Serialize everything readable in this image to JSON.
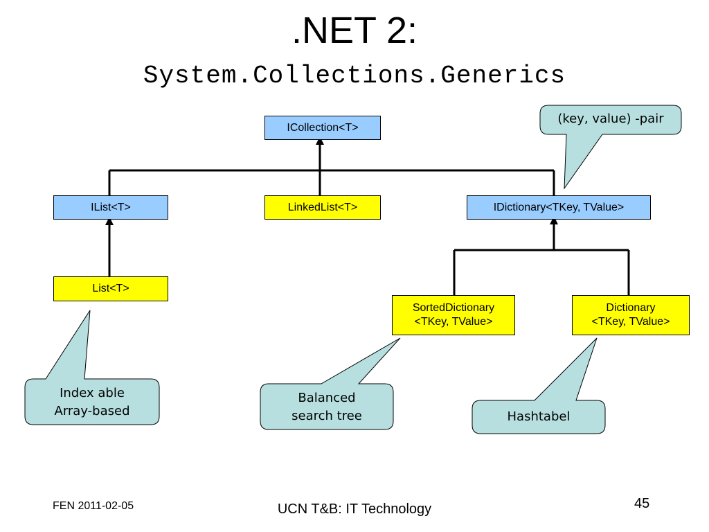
{
  "slide": {
    "title": ".NET 2:",
    "subtitle": "System.Collections.Generics",
    "colors": {
      "interface": "#99ccff",
      "class": "#ffff00",
      "callout": "#b7dfe0"
    }
  },
  "nodes": {
    "icollection": {
      "label": "ICollection<T>"
    },
    "ilist": {
      "label": "IList<T>"
    },
    "linkedlist": {
      "label": "LinkedList<T>"
    },
    "idictionary": {
      "label": "IDictionary<TKey, TValue>"
    },
    "list": {
      "label": "List<T>"
    },
    "sorteddictionary": {
      "line1": "SortedDictionary",
      "line2": "<TKey, TValue>"
    },
    "dictionary": {
      "line1": "Dictionary",
      "line2": "<TKey, TValue>"
    }
  },
  "callouts": {
    "pair": {
      "text": "(key, value) -pair"
    },
    "indexable": {
      "line1": "Index able",
      "line2": "Array-based"
    },
    "balanced": {
      "line1": "Balanced",
      "line2": "search tree"
    },
    "hashtabel": {
      "text": "Hashtabel"
    }
  },
  "footer": {
    "author_date": "FEN 2011-02-05",
    "center": "UCN T&B: IT Technology",
    "page_number": "45"
  }
}
